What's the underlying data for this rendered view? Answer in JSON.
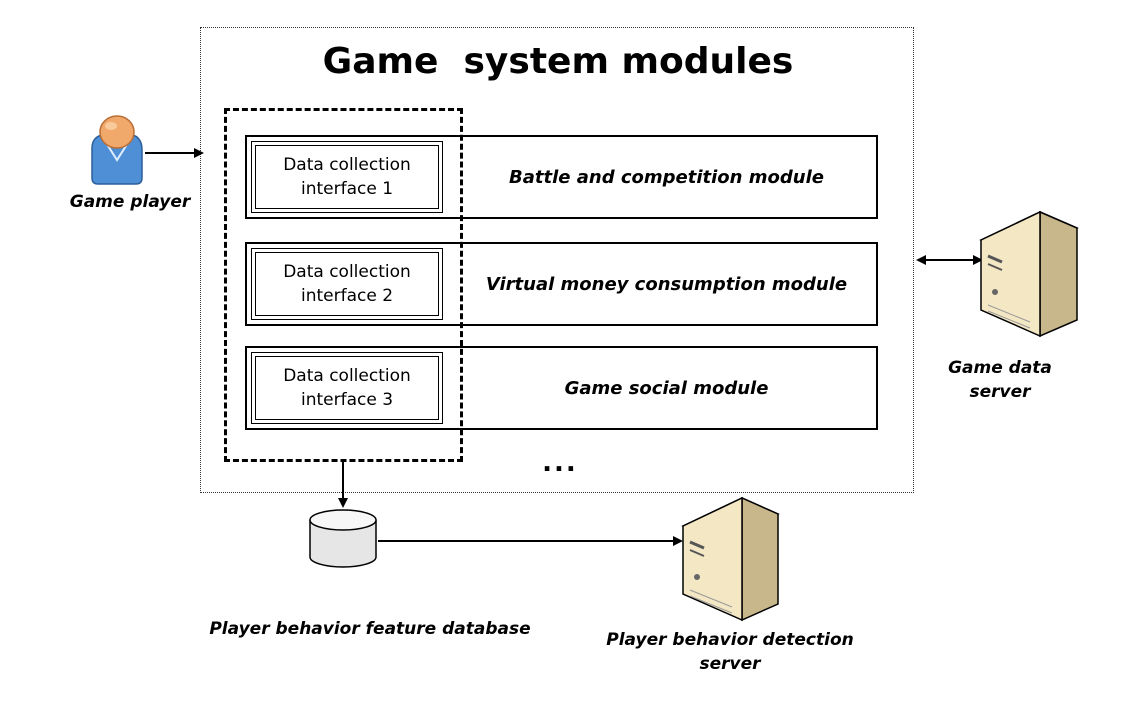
{
  "title": "Game  system modules",
  "interfaces": [
    {
      "line1": "Data collection",
      "line2": "interface 1"
    },
    {
      "line1": "Data collection",
      "line2": "interface 2"
    },
    {
      "line1": "Data collection",
      "line2": "interface 3"
    }
  ],
  "modules": [
    {
      "label": "Battle and competition module"
    },
    {
      "label": "Virtual money consumption module"
    },
    {
      "label": "Game social module"
    }
  ],
  "ellipsis": "...",
  "actors": {
    "game_player": "Game player",
    "game_data_server": {
      "line1": "Game data",
      "line2": "server"
    },
    "database": "Player behavior feature database",
    "detection_server": {
      "line1": "Player behavior detection",
      "line2": "server"
    }
  },
  "icons": {
    "player": "user-icon",
    "server": "server-icon",
    "database": "database-icon"
  },
  "colors": {
    "server_body": "#f3e7c4",
    "server_shade": "#c8b78a",
    "user_head": "#f0a96a",
    "user_body": "#4e8fd6",
    "db_body": "#e6e6e6"
  }
}
